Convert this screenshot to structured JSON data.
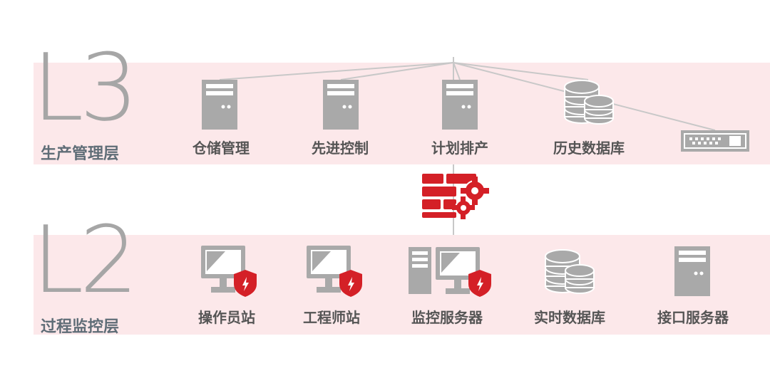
{
  "levels": {
    "l3": {
      "code": "L3",
      "name": "生产管理层"
    },
    "l2": {
      "code": "L2",
      "name": "过程监控层"
    }
  },
  "l3_nodes": [
    {
      "label": "仓储管理",
      "icon": "server-tower-icon"
    },
    {
      "label": "先进控制",
      "icon": "server-tower-icon"
    },
    {
      "label": "计划排产",
      "icon": "server-tower-icon"
    },
    {
      "label": "历史数据库",
      "icon": "database-icon"
    },
    {
      "label": "",
      "icon": "network-switch-icon"
    }
  ],
  "l2_nodes": [
    {
      "label": "操作员站",
      "icon": "secured-monitor-icon"
    },
    {
      "label": "工程师站",
      "icon": "secured-monitor-icon"
    },
    {
      "label": "监控服务器",
      "icon": "secured-workstation-icon"
    },
    {
      "label": "实时数据库",
      "icon": "database-icon"
    },
    {
      "label": "接口服务器",
      "icon": "server-tower-icon"
    }
  ],
  "firewall": {
    "icon": "firewall-gear-icon"
  },
  "colors": {
    "band": "#fce8ea",
    "icon_gray": "#a9a9a9",
    "accent_red": "#d42027",
    "text": "#555555"
  }
}
